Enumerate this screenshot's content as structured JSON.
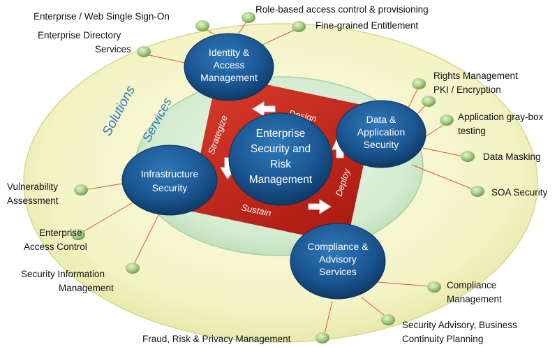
{
  "center": {
    "lines": [
      "Enterprise",
      "Security and",
      "Risk",
      "Management"
    ]
  },
  "rings": {
    "outer_label": "Solutions",
    "inner_label": "Services"
  },
  "cycle": {
    "design": "Design",
    "deploy": "Deploy",
    "sustain": "Sustain",
    "strategize": "Strategize"
  },
  "nodes": {
    "iam": {
      "lines": [
        "Identity &",
        "Access",
        "Management"
      ]
    },
    "data": {
      "lines": [
        "Data &",
        "Application",
        "Security"
      ]
    },
    "infra": {
      "lines": [
        "Infrastructure",
        "Security"
      ]
    },
    "compliance": {
      "lines": [
        "Compliance &",
        "Advisory",
        "Services"
      ]
    }
  },
  "solutions": {
    "sso": {
      "lines": [
        "Enterprise / Web Single Sign-On"
      ]
    },
    "directory": {
      "lines": [
        "Enterprise Directory",
        "Services"
      ]
    },
    "rbac": {
      "lines": [
        "Role-based access control &  provisioning"
      ]
    },
    "entitlement": {
      "lines": [
        "Fine-grained Entitlement"
      ]
    },
    "rights": {
      "lines": [
        "Rights Management"
      ]
    },
    "pki": {
      "lines": [
        "PKI / Encryption"
      ]
    },
    "graybox": {
      "lines": [
        "Application gray-box",
        "testing"
      ]
    },
    "masking": {
      "lines": [
        "Data Masking"
      ]
    },
    "soa": {
      "lines": [
        "SOA Security"
      ]
    },
    "vuln": {
      "lines": [
        "Vulnerability",
        "Assessment"
      ]
    },
    "access_control": {
      "lines": [
        "Enterprise",
        "Access Control"
      ]
    },
    "siem": {
      "lines": [
        "Security Information",
        "Management"
      ]
    },
    "compliance_mgmt": {
      "lines": [
        "Compliance",
        "Management"
      ]
    },
    "advisory": {
      "lines": [
        "Security Advisory, Business",
        "Continuity Planning"
      ]
    },
    "fraud": {
      "lines": [
        "Fraud, Risk & Privacy Management"
      ]
    }
  },
  "colors": {
    "node_blue": "#1d5a96",
    "node_blue_dark": "#0f3b68",
    "square_red": "#c8281c",
    "ring_outer": "#f2f2c0",
    "ring_inner": "#cde8c9",
    "bullet_green": "#a9cf85",
    "connector_red": "#e0533a",
    "ring_text": "#2b79b8"
  }
}
